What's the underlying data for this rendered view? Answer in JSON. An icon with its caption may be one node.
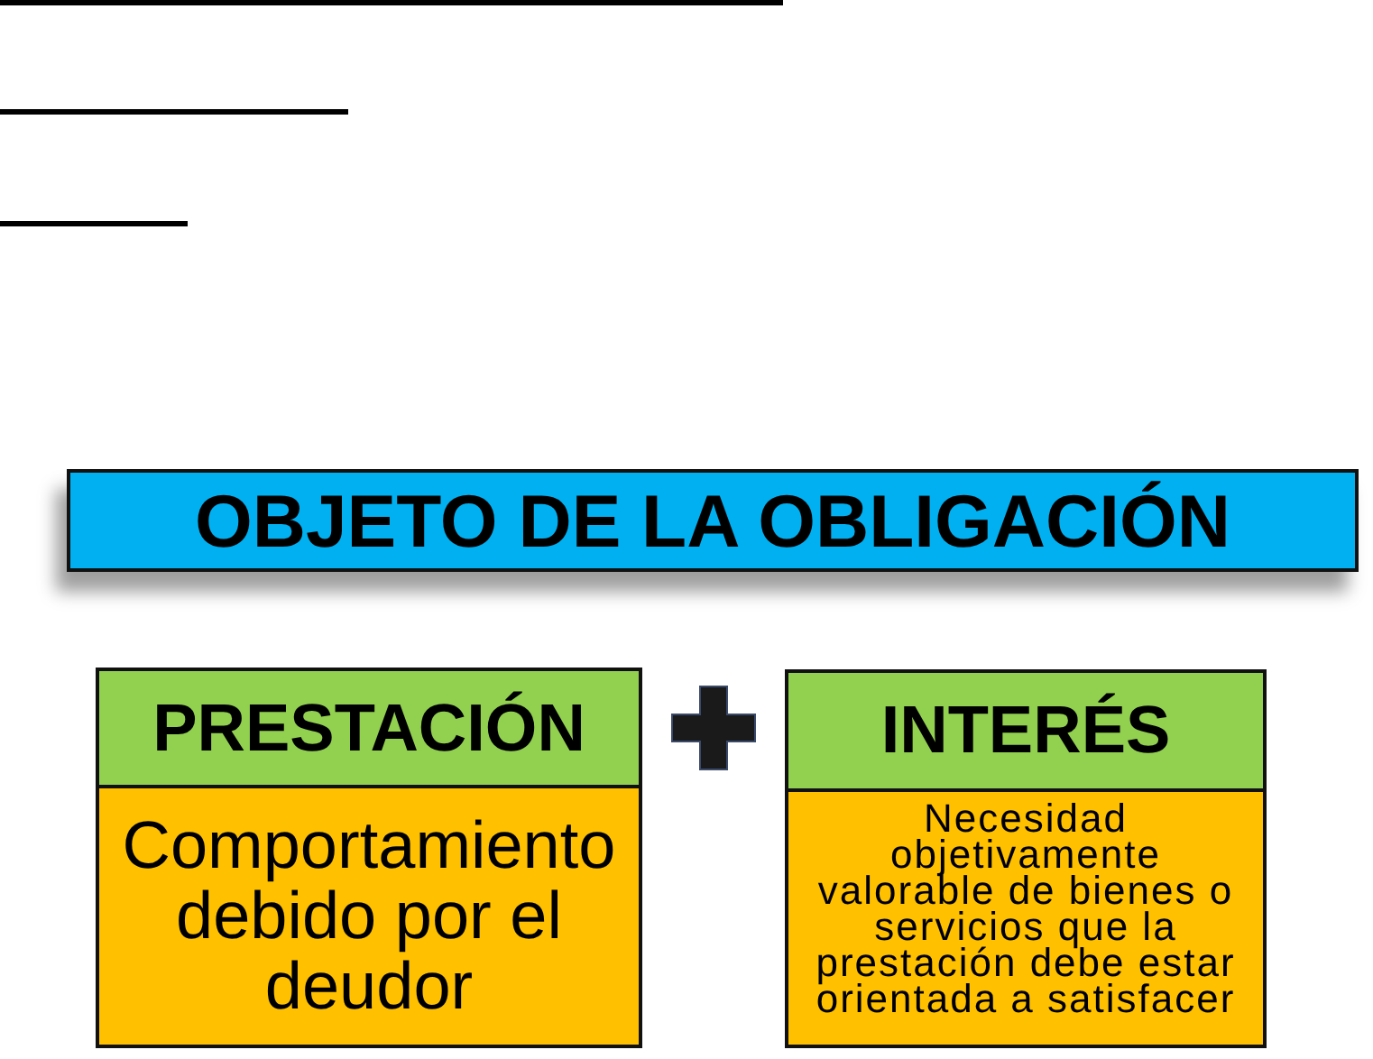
{
  "diagram": {
    "nodes": [
      {
        "text": [
          "OBJETO DE LA OBLIGACIÓN"
        ]
      },
      {
        "text": [
          "PRESTACIÓN",
          "Comportamiento debido por el deudor"
        ]
      },
      {
        "text": [
          "INTERÉS",
          "Necesidad objetivamente valorable de bienes o servicios que la prestación debe estar orientada a satisfacer"
        ]
      }
    ]
  }
}
